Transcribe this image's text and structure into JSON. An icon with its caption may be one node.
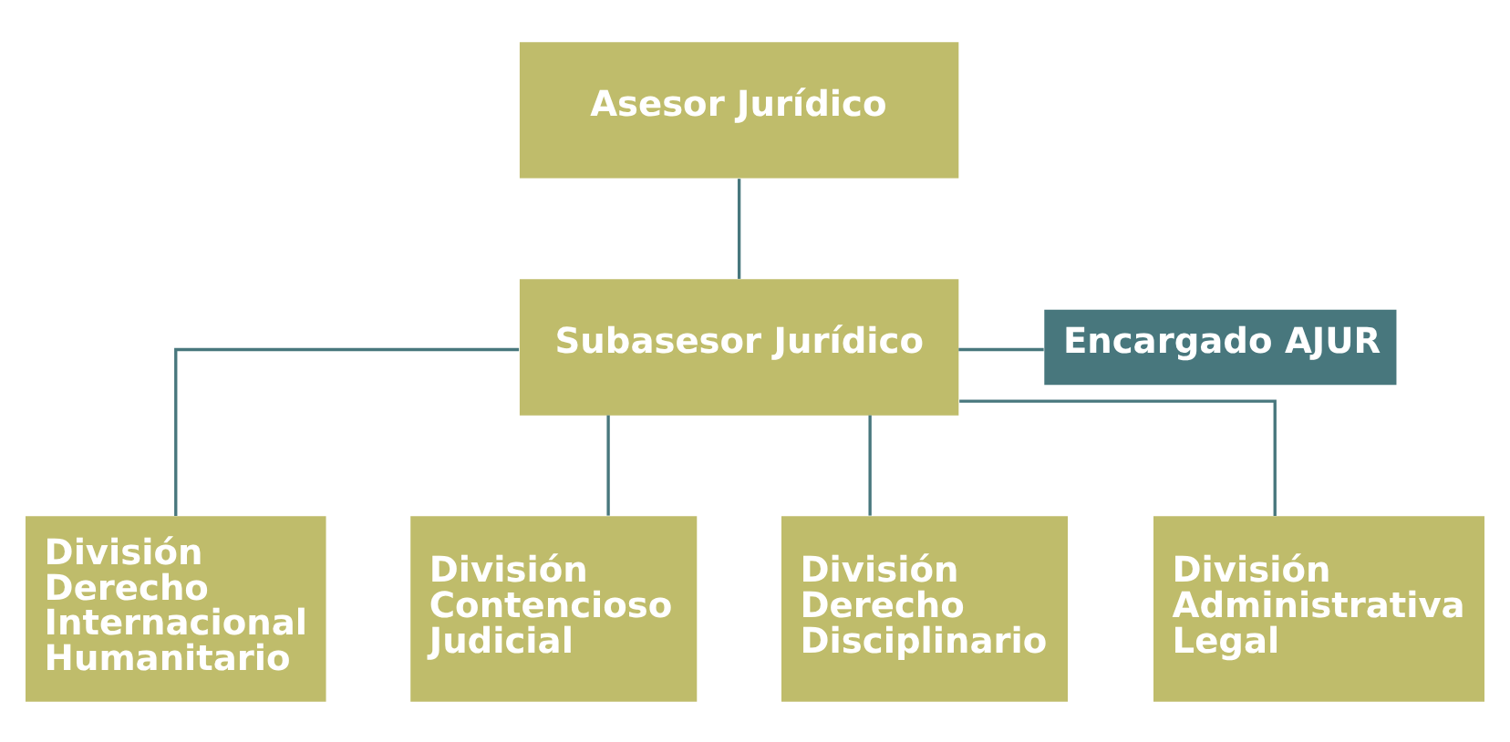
{
  "diagram": {
    "nodes": [
      {
        "text": [
          "Asesor Jurídico"
        ]
      },
      {
        "text": [
          "Subasesor Jurídico"
        ]
      },
      {
        "text": [
          "Encargado AJUR"
        ]
      },
      {
        "text": [
          "División Derecho Internacional Humanitario"
        ]
      },
      {
        "text": [
          "División Contencioso Judicial"
        ]
      },
      {
        "text": [
          "División Derecho Disciplinario"
        ]
      },
      {
        "text": [
          "División Administrativa Legal"
        ]
      }
    ],
    "edges": [
      {
        "from": 0,
        "to": 1,
        "arrow": "none"
      },
      {
        "from": 1,
        "to": 2,
        "arrow": "none"
      },
      {
        "from": 1,
        "to": 3,
        "arrow": "none"
      },
      {
        "from": 1,
        "to": 4,
        "arrow": "none"
      },
      {
        "from": 1,
        "to": 5,
        "arrow": "none"
      },
      {
        "from": 1,
        "to": 6,
        "arrow": "none"
      }
    ]
  }
}
